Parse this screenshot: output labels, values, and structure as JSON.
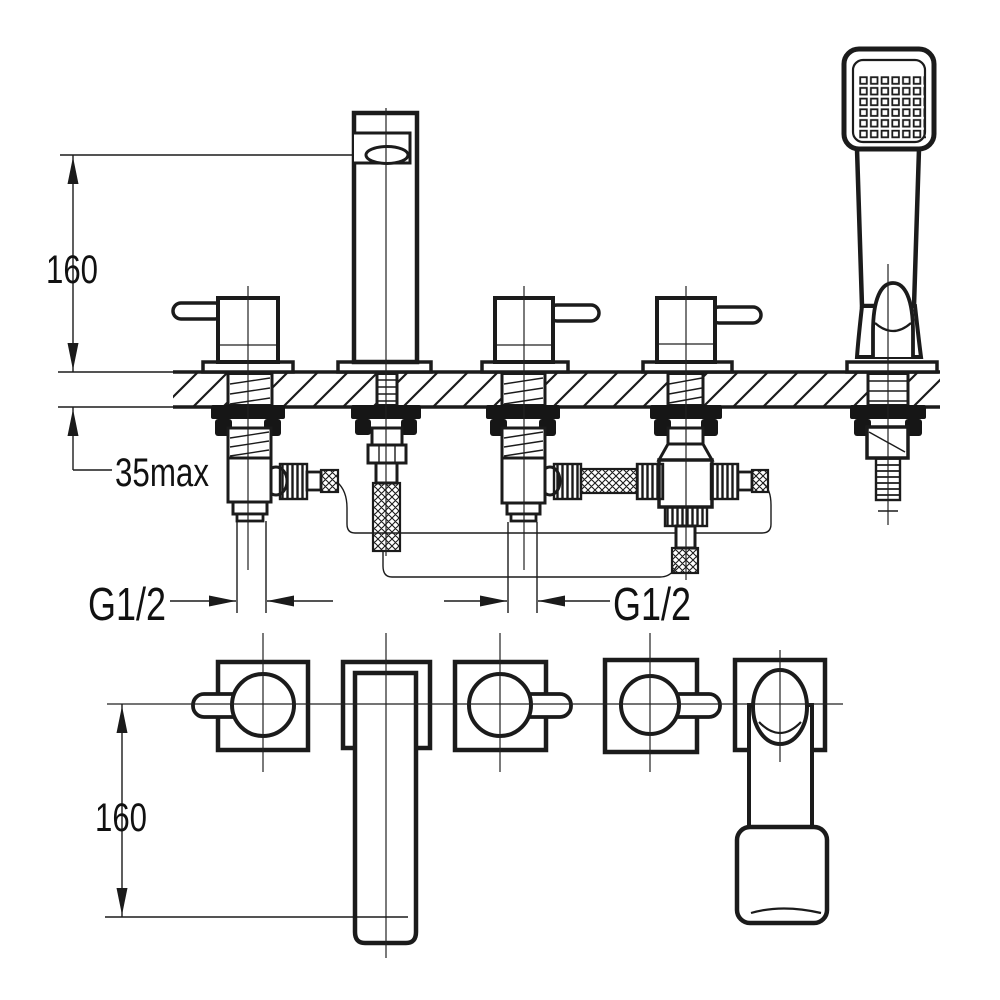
{
  "drawing": {
    "labels": {
      "elev_height": "160",
      "deck_max": "35max",
      "g_left": "G1/2",
      "g_right": "G1/2",
      "plan_length": "160"
    }
  }
}
